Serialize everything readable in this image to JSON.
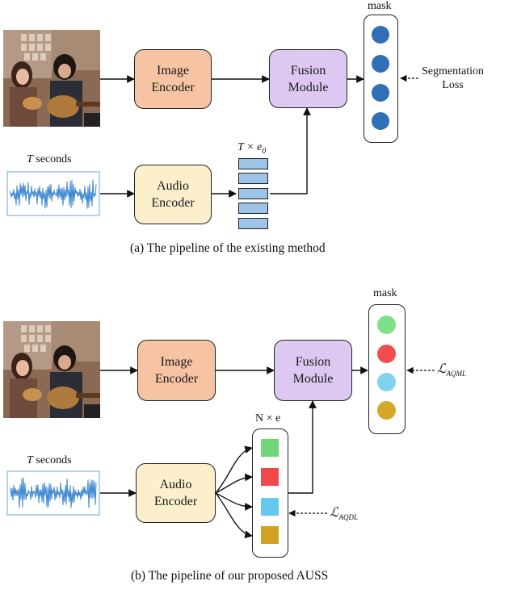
{
  "panel_a": {
    "caption": "(a)  The pipeline of the existing method",
    "input_duration": "T",
    "input_duration_unit": "seconds",
    "image_encoder": [
      "Image",
      "Encoder"
    ],
    "audio_encoder": [
      "Audio",
      "Encoder"
    ],
    "fusion": [
      "Fusion",
      "Module"
    ],
    "mask_label": "mask",
    "feature_dim": "T × e",
    "feature_dim_sub": "0",
    "loss_label": [
      "Segmentation",
      "Loss"
    ],
    "mask_colors": [
      "#2f6fb7",
      "#2f6fb7",
      "#2f6fb7",
      "#2f6fb7"
    ],
    "feature_color": "#9dc3e6"
  },
  "panel_b": {
    "caption": "(b)  The pipeline of our proposed AUSS",
    "input_duration": "T",
    "input_duration_unit": "seconds",
    "image_encoder": [
      "Image",
      "Encoder"
    ],
    "audio_encoder": [
      "Audio",
      "Encoder"
    ],
    "fusion": [
      "Fusion",
      "Module"
    ],
    "mask_label": "mask",
    "query_dim": "N × e",
    "loss_mask": "ℒ",
    "loss_mask_sub": "AQML",
    "loss_query": "ℒ",
    "loss_query_sub": "AQDL",
    "mask_colors": [
      "#7ee08a",
      "#f04d4d",
      "#7fd3ef",
      "#d4a92a"
    ],
    "query_colors": [
      "#6fd67a",
      "#ef4a4a",
      "#66c9ec",
      "#d2a322"
    ]
  },
  "colors": {
    "image_encoder": "#f6c4a3",
    "audio_encoder": "#fbefcc",
    "fusion": "#dcc8f0",
    "waveform": "#3b86cf"
  }
}
